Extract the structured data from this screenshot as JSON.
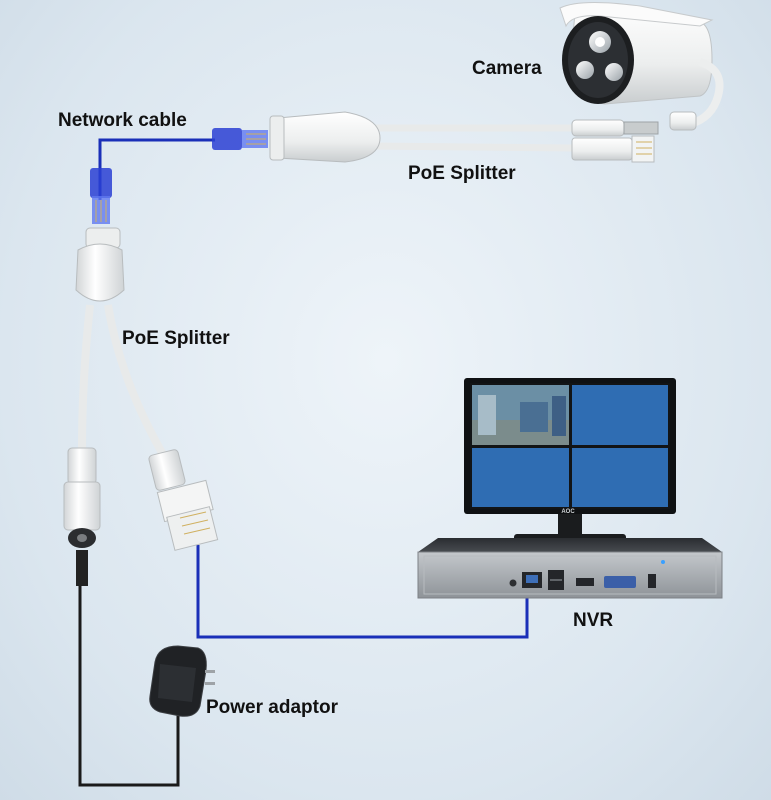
{
  "labels": {
    "camera": "Camera",
    "network_cable": "Network cable",
    "poe_splitter_top": "PoE Splitter",
    "poe_splitter_left": "PoE Splitter",
    "nvr": "NVR",
    "power_adaptor": "Power adaptor"
  },
  "monitor_brand": "AOC",
  "colors": {
    "network_cable": "#1a2fb8",
    "power_cable": "#1a1a1a",
    "splitter": "#f3f4f2",
    "monitor_tile": "#2f6db3",
    "nvr_body": "#9a9fa4"
  }
}
